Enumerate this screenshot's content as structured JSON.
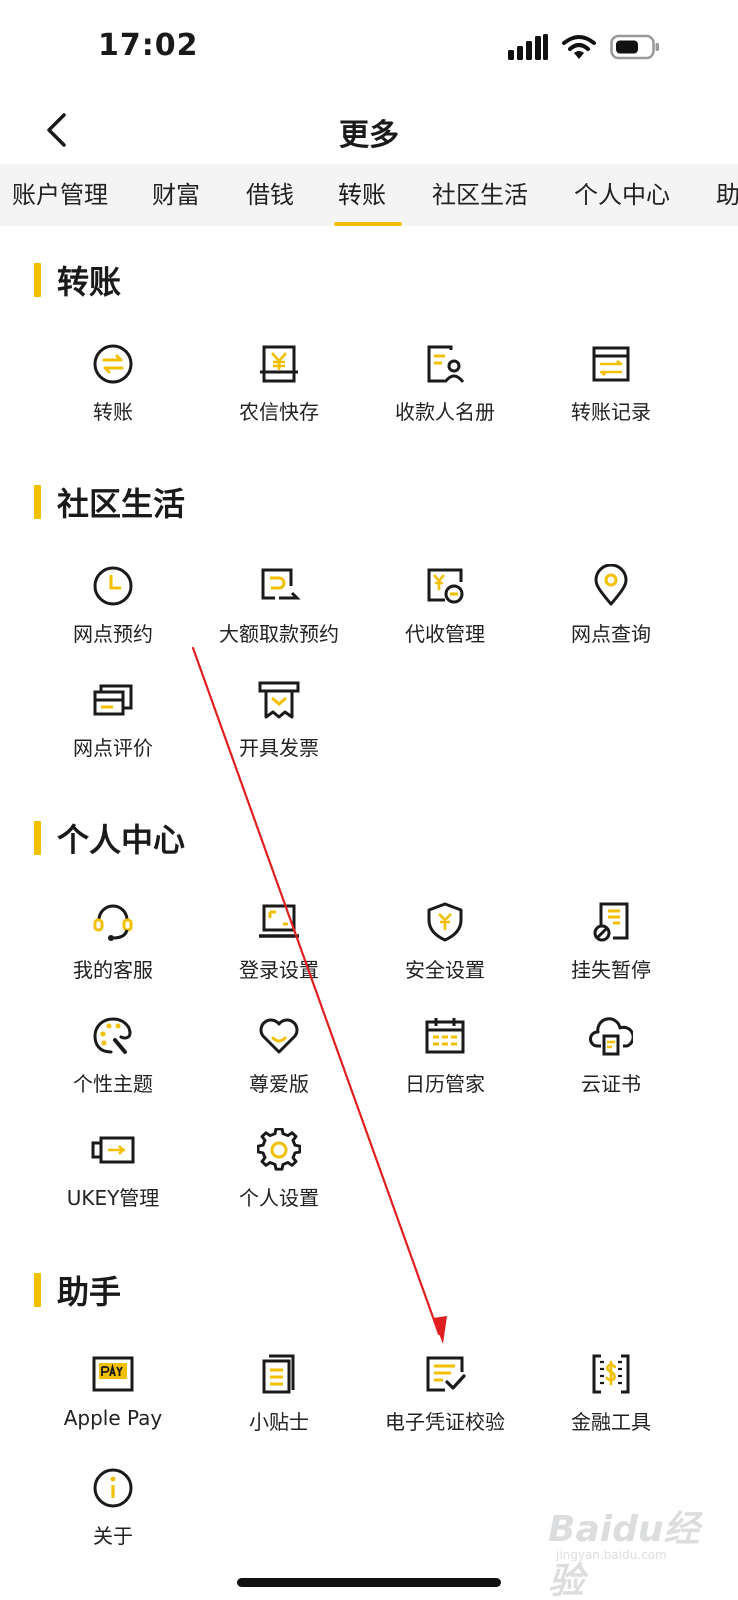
{
  "status_bar": {
    "time": "17:02"
  },
  "nav": {
    "title": "更多"
  },
  "tabs": [
    {
      "label": "账户管理"
    },
    {
      "label": "财富"
    },
    {
      "label": "借钱"
    },
    {
      "label": "转账"
    },
    {
      "label": "社区生活"
    },
    {
      "label": "个人中心"
    },
    {
      "label": "助"
    }
  ],
  "active_tab": "转账",
  "sections": [
    {
      "title": "转账",
      "items": [
        {
          "label": "转账",
          "icon": "transfer-icon"
        },
        {
          "label": "农信快存",
          "icon": "quick-deposit-icon"
        },
        {
          "label": "收款人名册",
          "icon": "payee-list-icon"
        },
        {
          "label": "转账记录",
          "icon": "transfer-record-icon"
        }
      ]
    },
    {
      "title": "社区生活",
      "items": [
        {
          "label": "网点预约",
          "icon": "clock-icon"
        },
        {
          "label": "大额取款预约",
          "icon": "withdraw-icon"
        },
        {
          "label": "代收管理",
          "icon": "collection-icon"
        },
        {
          "label": "网点查询",
          "icon": "location-icon"
        },
        {
          "label": "网点评价",
          "icon": "review-icon"
        },
        {
          "label": "开具发票",
          "icon": "invoice-icon"
        }
      ]
    },
    {
      "title": "个人中心",
      "items": [
        {
          "label": "我的客服",
          "icon": "headset-icon"
        },
        {
          "label": "登录设置",
          "icon": "laptop-icon"
        },
        {
          "label": "安全设置",
          "icon": "shield-icon"
        },
        {
          "label": "挂失暂停",
          "icon": "report-loss-icon"
        },
        {
          "label": "个性主题",
          "icon": "palette-icon"
        },
        {
          "label": "尊爱版",
          "icon": "heart-icon"
        },
        {
          "label": "日历管家",
          "icon": "calendar-icon"
        },
        {
          "label": "云证书",
          "icon": "cloud-certificate-icon"
        },
        {
          "label": "UKEY管理",
          "icon": "ukey-icon"
        },
        {
          "label": "个人设置",
          "icon": "gear-icon"
        }
      ]
    },
    {
      "title": "助手",
      "items": [
        {
          "label": "Apple Pay",
          "icon": "apple-pay-icon"
        },
        {
          "label": "小贴士",
          "icon": "tips-icon"
        },
        {
          "label": "电子凭证校验",
          "icon": "voucher-verify-icon"
        },
        {
          "label": "金融工具",
          "icon": "finance-tools-icon"
        },
        {
          "label": "关于",
          "icon": "info-icon"
        }
      ]
    }
  ],
  "watermark": {
    "brand": "Baidu经验",
    "site": "jingyan.baidu.com"
  },
  "colors": {
    "accent": "#f2c000",
    "annotation": "#e02020",
    "tab_bg": "#f4f4f4"
  }
}
